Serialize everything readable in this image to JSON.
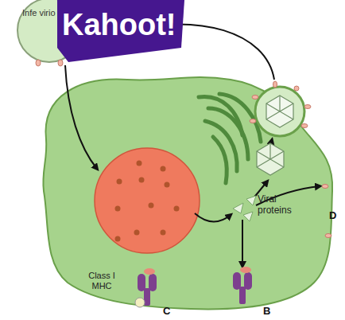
{
  "diagram": {
    "labels": [
      "Infe virio",
      "Kahoot!",
      "Viral proteins",
      "D",
      "Class I MHC",
      "C",
      "B"
    ]
  }
}
